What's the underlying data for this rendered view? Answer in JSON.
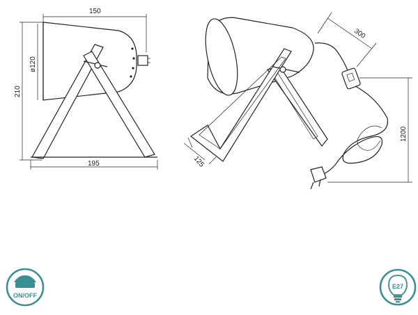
{
  "dimensions": {
    "width_top": "150",
    "diameter": "ø120",
    "height_left": "210",
    "width_bottom": "195",
    "cable_switch": "300",
    "cable_total": "1200",
    "base_depth": "125"
  },
  "badges": {
    "switch": {
      "label": "ON/OFF",
      "color": "#3a8f95",
      "icon": "rocker-switch-icon"
    },
    "bulb": {
      "label": "E27",
      "color": "#3a8f95",
      "icon": "light-bulb-icon"
    }
  }
}
